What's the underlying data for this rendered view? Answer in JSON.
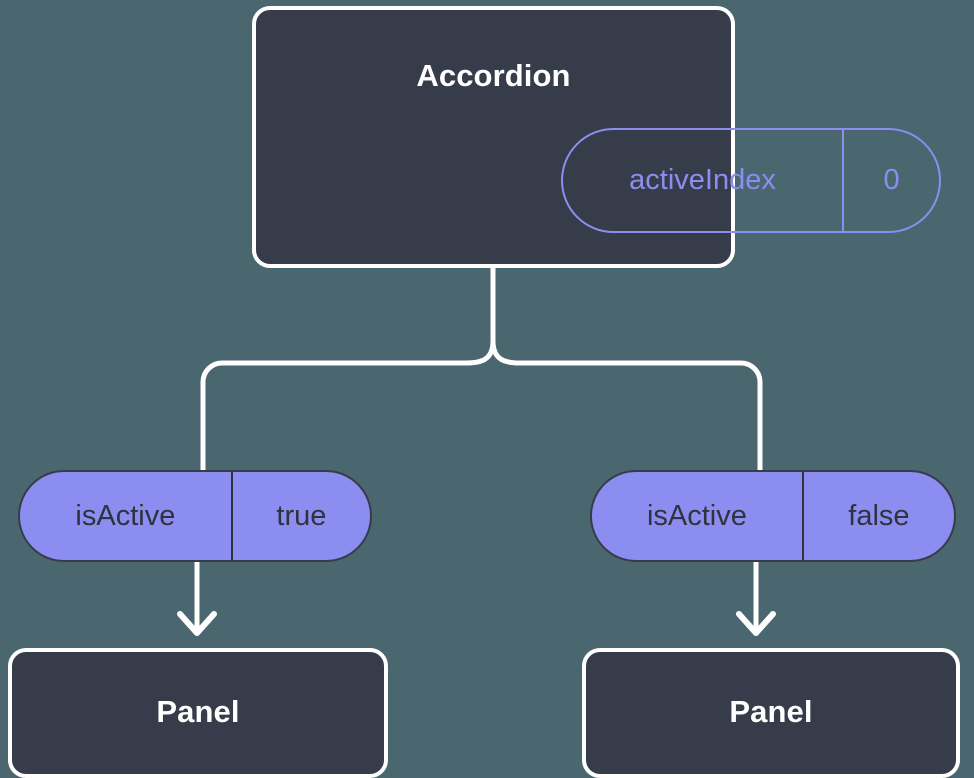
{
  "canvas": {
    "background_color": "#4a666e"
  },
  "palette": {
    "background": "#4a666e",
    "node_fill": "#363c4a",
    "node_border": "#ffffff",
    "node_text": "#ffffff",
    "accent_pill": "#8b8ef0",
    "pill_text": "#2f3340",
    "connector": "#ffffff"
  },
  "diagram": {
    "type": "component-tree",
    "root": {
      "title": "Accordion",
      "state_badge": {
        "key": "activeIndex",
        "value": "0"
      }
    },
    "branches": [
      {
        "side": "left",
        "prop_badge": {
          "key": "isActive",
          "value": "true"
        },
        "child": {
          "title": "Panel"
        }
      },
      {
        "side": "right",
        "prop_badge": {
          "key": "isActive",
          "value": "false"
        },
        "child": {
          "title": "Panel"
        }
      }
    ]
  }
}
